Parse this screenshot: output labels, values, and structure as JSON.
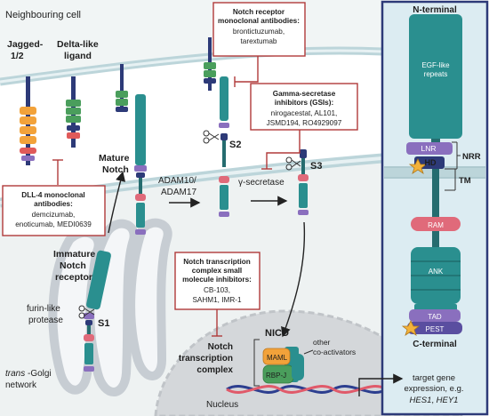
{
  "labels": {
    "neighbouring_cell": "Neighbouring cell",
    "jagged_1": "Jagged-",
    "jagged_2": "1/2",
    "delta_1": "Delta-like",
    "delta_2": "ligand",
    "mature_1": "Mature",
    "mature_2": "Notch",
    "immature_1": "Immature",
    "immature_2": "Notch",
    "immature_3": "receptor",
    "furin_1": "furin-like",
    "furin_2": "protease",
    "s1": "S1",
    "s2": "S2",
    "s3": "S3",
    "adam_1": "ADAM10/",
    "adam_2": "ADAM17",
    "gamma": "γ-secretase",
    "golgi_1": "trans",
    "golgi_2": "-Golgi",
    "golgi_3": "network",
    "nucleus": "Nucleus",
    "nicd": "NICD",
    "maml": "MAML",
    "rbpj": "RBP-J",
    "coact_1": "other",
    "coact_2": "co-activators",
    "complex_1": "Notch",
    "complex_2": "transcription",
    "complex_3": "complex",
    "target_1": "target gene",
    "target_2": "expression, e.g.",
    "target_hes": "HES1",
    "target_sep": ", ",
    "target_hey": "HEY1"
  },
  "boxes": {
    "receptor_ab": {
      "title_1": "Notch receptor",
      "title_2": "monoclonal antibodies:",
      "body_1": "brontictuzumab,",
      "body_2": "tarextumab"
    },
    "gsi": {
      "title_1": "Gamma-secretase",
      "title_2": "inhibitors (GSIs):",
      "body_1": "nirogacestat, AL101,",
      "body_2": "JSMD194, RO4929097"
    },
    "dll4": {
      "title_1": "DLL-4 monoclonal",
      "title_2": "antibodies:",
      "body_1": "demcizumab,",
      "body_2": "enoticumab, MEDI0639"
    },
    "small_mol": {
      "title_1": "Notch transcription",
      "title_2": "complex small",
      "title_3": "molecule inhibitors:",
      "body_1": "CB-103,",
      "body_2": "SAHM1, IMR-1"
    }
  },
  "domain_panel": {
    "n_terminal": "N-terminal",
    "egf_1": "EGF-like",
    "egf_2": "repeats",
    "lnr": "LNR",
    "hd": "HD",
    "nrr": "NRR",
    "tm": "TM",
    "ram": "RAM",
    "ank": "ANK",
    "tad": "TAD",
    "pest": "PEST",
    "c_terminal": "C-terminal"
  },
  "colors": {
    "teal": "#2a8f8f",
    "green": "#4a9e5c",
    "navy": "#2d3a78",
    "purple": "#8a6fbe",
    "pink": "#e06a7a",
    "orange": "#f2a23a",
    "yellow_star": "#f3b23b",
    "inhibitor_red": "#b03a3a",
    "membrane": "#cfe4ea",
    "panel_bg": "#dcecf2"
  }
}
